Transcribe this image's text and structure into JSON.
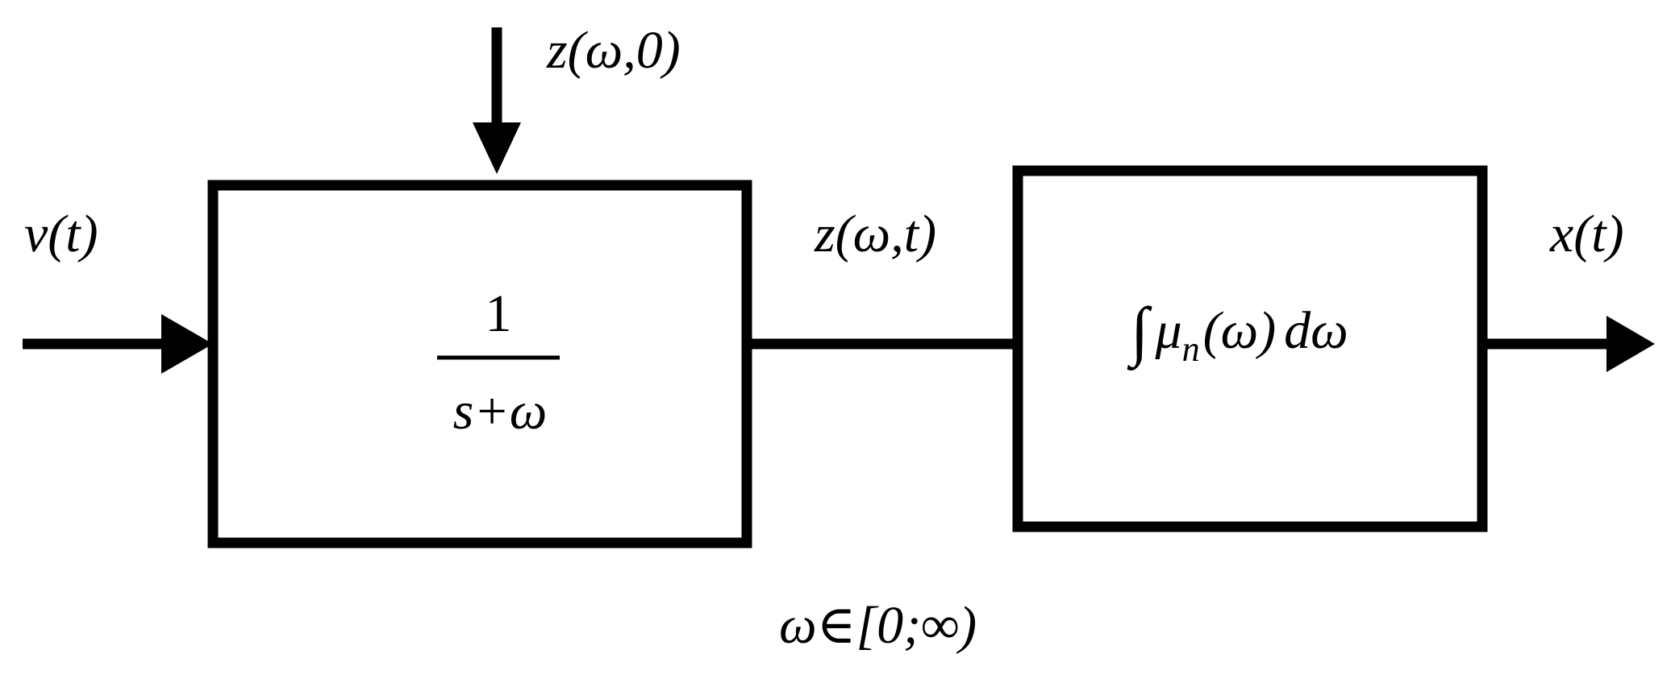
{
  "diagram": {
    "blocks": [
      {
        "id": "transfer-function-block",
        "numerator": "1",
        "denominator": "s+ω"
      },
      {
        "id": "integral-block",
        "integral_sign": "∫",
        "mu": "μ",
        "mu_subscript": "n",
        "argument": "(ω)",
        "differential": "dω"
      }
    ],
    "signals": {
      "input": "v(t)",
      "initial_condition": "z(ω,0)",
      "intermediate": "z(ω,t)",
      "output": "x(t)"
    },
    "domain_note": "ω∈[0;∞)"
  }
}
